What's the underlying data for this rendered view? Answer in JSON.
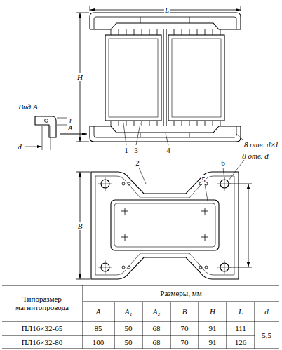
{
  "diagram": {
    "labels": [
      "L",
      "H",
      "Вид А",
      "l",
      "d",
      "A",
      "1",
      "3",
      "4",
      "8 отв. d×l",
      "2",
      "5",
      "6",
      "8 отв. d",
      "B",
      "Типоразмер магнитопровода",
      "Размеры, мм",
      "A",
      "A₁",
      "A₂",
      "B",
      "H",
      "L",
      "d",
      "ПЛ16×32-65",
      "85",
      "50",
      "68",
      "70",
      "91",
      "111",
      "5,5",
      "ПЛ16×32-80",
      "100",
      "50",
      "68",
      "70",
      "91",
      "126"
    ]
  }
}
